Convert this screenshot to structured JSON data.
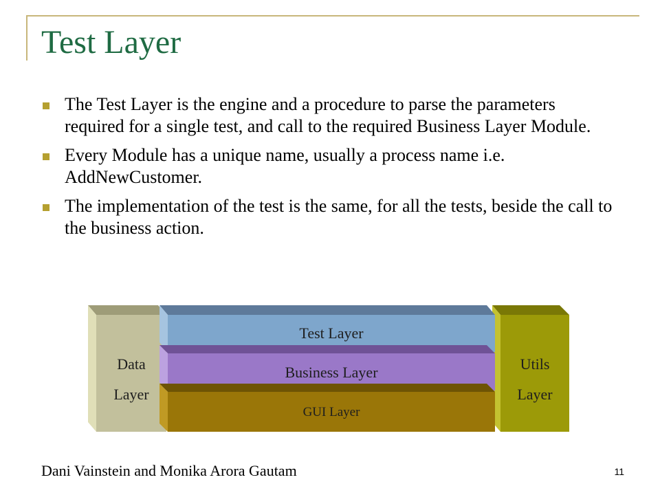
{
  "slide": {
    "title": "Test Layer",
    "bullets": [
      "The Test Layer is the engine and a procedure to parse the parameters required for a single test, and call to the required Business Layer Module.",
      "Every Module has a unique name, usually a process name i.e. AddNewCustomer.",
      "The implementation of the test is the same, for all the tests, beside the call to the business action."
    ],
    "diagram": {
      "data_layer": [
        "Data",
        "Layer"
      ],
      "test_layer": "Test Layer",
      "business_layer": "Business Layer",
      "gui_layer": "GUI Layer",
      "utils_layer": [
        "Utils",
        "Layer"
      ]
    },
    "footer": {
      "author": "Dani Vainstein and Monika Arora Gautam",
      "page_number": "11"
    }
  },
  "colors": {
    "title": "#1f6b43",
    "bullet_marker": "#b5a030",
    "data_layer": "#c2c09c",
    "test_layer": "#7ea6cc",
    "business_layer": "#9a78c8",
    "gui_layer": "#9a7608",
    "utils_layer": "#9c9a08"
  }
}
